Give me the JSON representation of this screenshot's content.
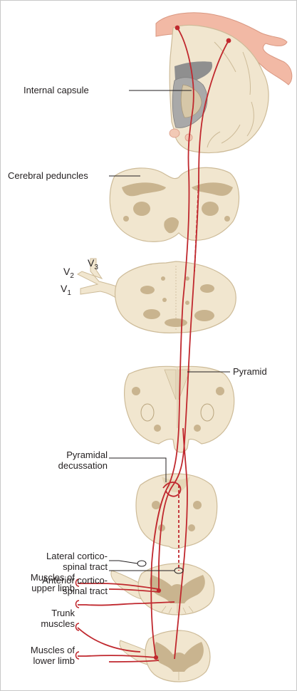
{
  "labels": {
    "internal_capsule": "Internal capsule",
    "cerebral_peduncles": "Cerebral peduncles",
    "pyramid": "Pyramid",
    "pyramidal_decussation_1": "Pyramidal",
    "pyramidal_decussation_2": "decussation",
    "lateral_tract_1": "Lateral cortico-",
    "lateral_tract_2": "spinal tract",
    "anterior_tract_1": "Anterior cortico-",
    "anterior_tract_2": "spinal tract",
    "upper_limb_1": "Muscles of",
    "upper_limb_2": "upper limb",
    "trunk_1": "Trunk",
    "trunk_2": "muscles",
    "lower_limb_1": "Muscles of",
    "lower_limb_2": "lower limb"
  },
  "trigeminal": {
    "v1": "V",
    "v1_sub": "1",
    "v2": "V",
    "v2_sub": "2",
    "v3": "V",
    "v3_sub": "3"
  },
  "colors": {
    "tissue": "#f1e6cf",
    "tissue_outline": "#cdbb98",
    "nucleus": "#c9b48f",
    "pathway": "#c0282e",
    "cortex_pink": "#f2b9a5",
    "capsule_grey": "#9a9a9a",
    "leader": "#231f20"
  }
}
